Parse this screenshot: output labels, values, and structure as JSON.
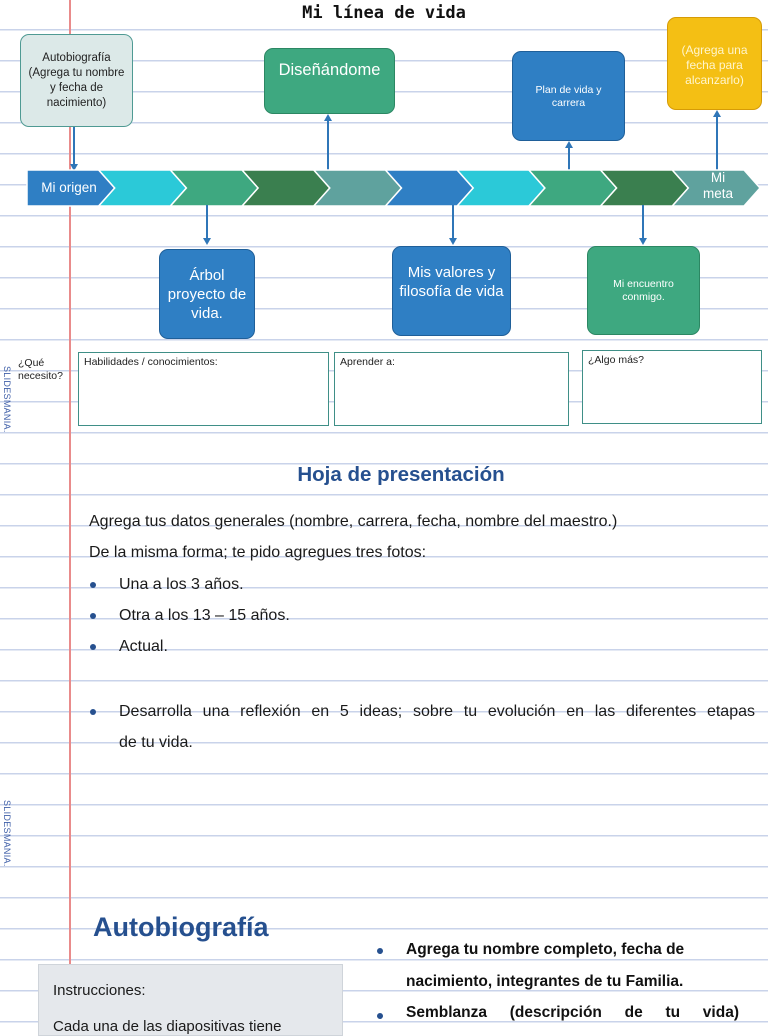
{
  "title": "Mi línea de vida",
  "timeline": {
    "start_label": "Mi origen",
    "end_label_line1": "Mi",
    "end_label_line2": "meta",
    "segment_colors": [
      "#2f7fc4",
      "#2bc9d8",
      "#3ea880",
      "#3a7f4f",
      "#5fa29e",
      "#2f7fc4",
      "#2bc9d8",
      "#3ea880",
      "#3a7f4f",
      "#5fa29e"
    ]
  },
  "top_boxes": {
    "autobiografia": "Autobiografía (Agrega tu nombre y fecha de nacimiento)",
    "disenandome": "Diseñándome",
    "plan": "Plan de vida y carrera",
    "fecha": "(Agrega una fecha para alcanzarlo)"
  },
  "bottom_boxes": {
    "arbol": "Árbol proyecto de vida.",
    "valores": "Mis valores y filosofía de vida",
    "encuentro": "Mi encuentro conmigo."
  },
  "needs": {
    "label": "¿Qué necesito?",
    "habilidades": "Habilidades / conocimientos:",
    "aprender": "Aprender a:",
    "algo_mas": "¿Algo más?"
  },
  "watermark": "SLIDESMANIA.",
  "hoja": {
    "heading": "Hoja de presentación",
    "line1": "Agrega tus datos generales (nombre, carrera, fecha, nombre del maestro.)",
    "line2": "De la misma forma; te pido agregues tres fotos:",
    "bullets": [
      "Una a los 3 años.",
      "Otra a los 13 – 15 años.",
      "Actual."
    ],
    "reflexion_line1": "Desarrolla una reflexión en 5 ideas; sobre tu evolución en las diferentes etapas",
    "reflexion_line2": "de tu vida."
  },
  "autobio": {
    "heading": "Autobiografía",
    "instructions_label": "Instrucciones:",
    "instructions_partial": "Cada una de las diapositivas tiene",
    "bullet1_line1": "Agrega tu nombre completo, fecha de",
    "bullet1_line2": "nacimiento, integrantes de tu Familia.",
    "bullet2_line1": "Semblanza (descripción de tu vida)"
  },
  "colors": {
    "accent_blue": "#26508f",
    "teal": "#3ea880",
    "box_blue": "#2f7fc4",
    "yellow": "#f4bf14",
    "margin_red": "#e98b8b"
  }
}
